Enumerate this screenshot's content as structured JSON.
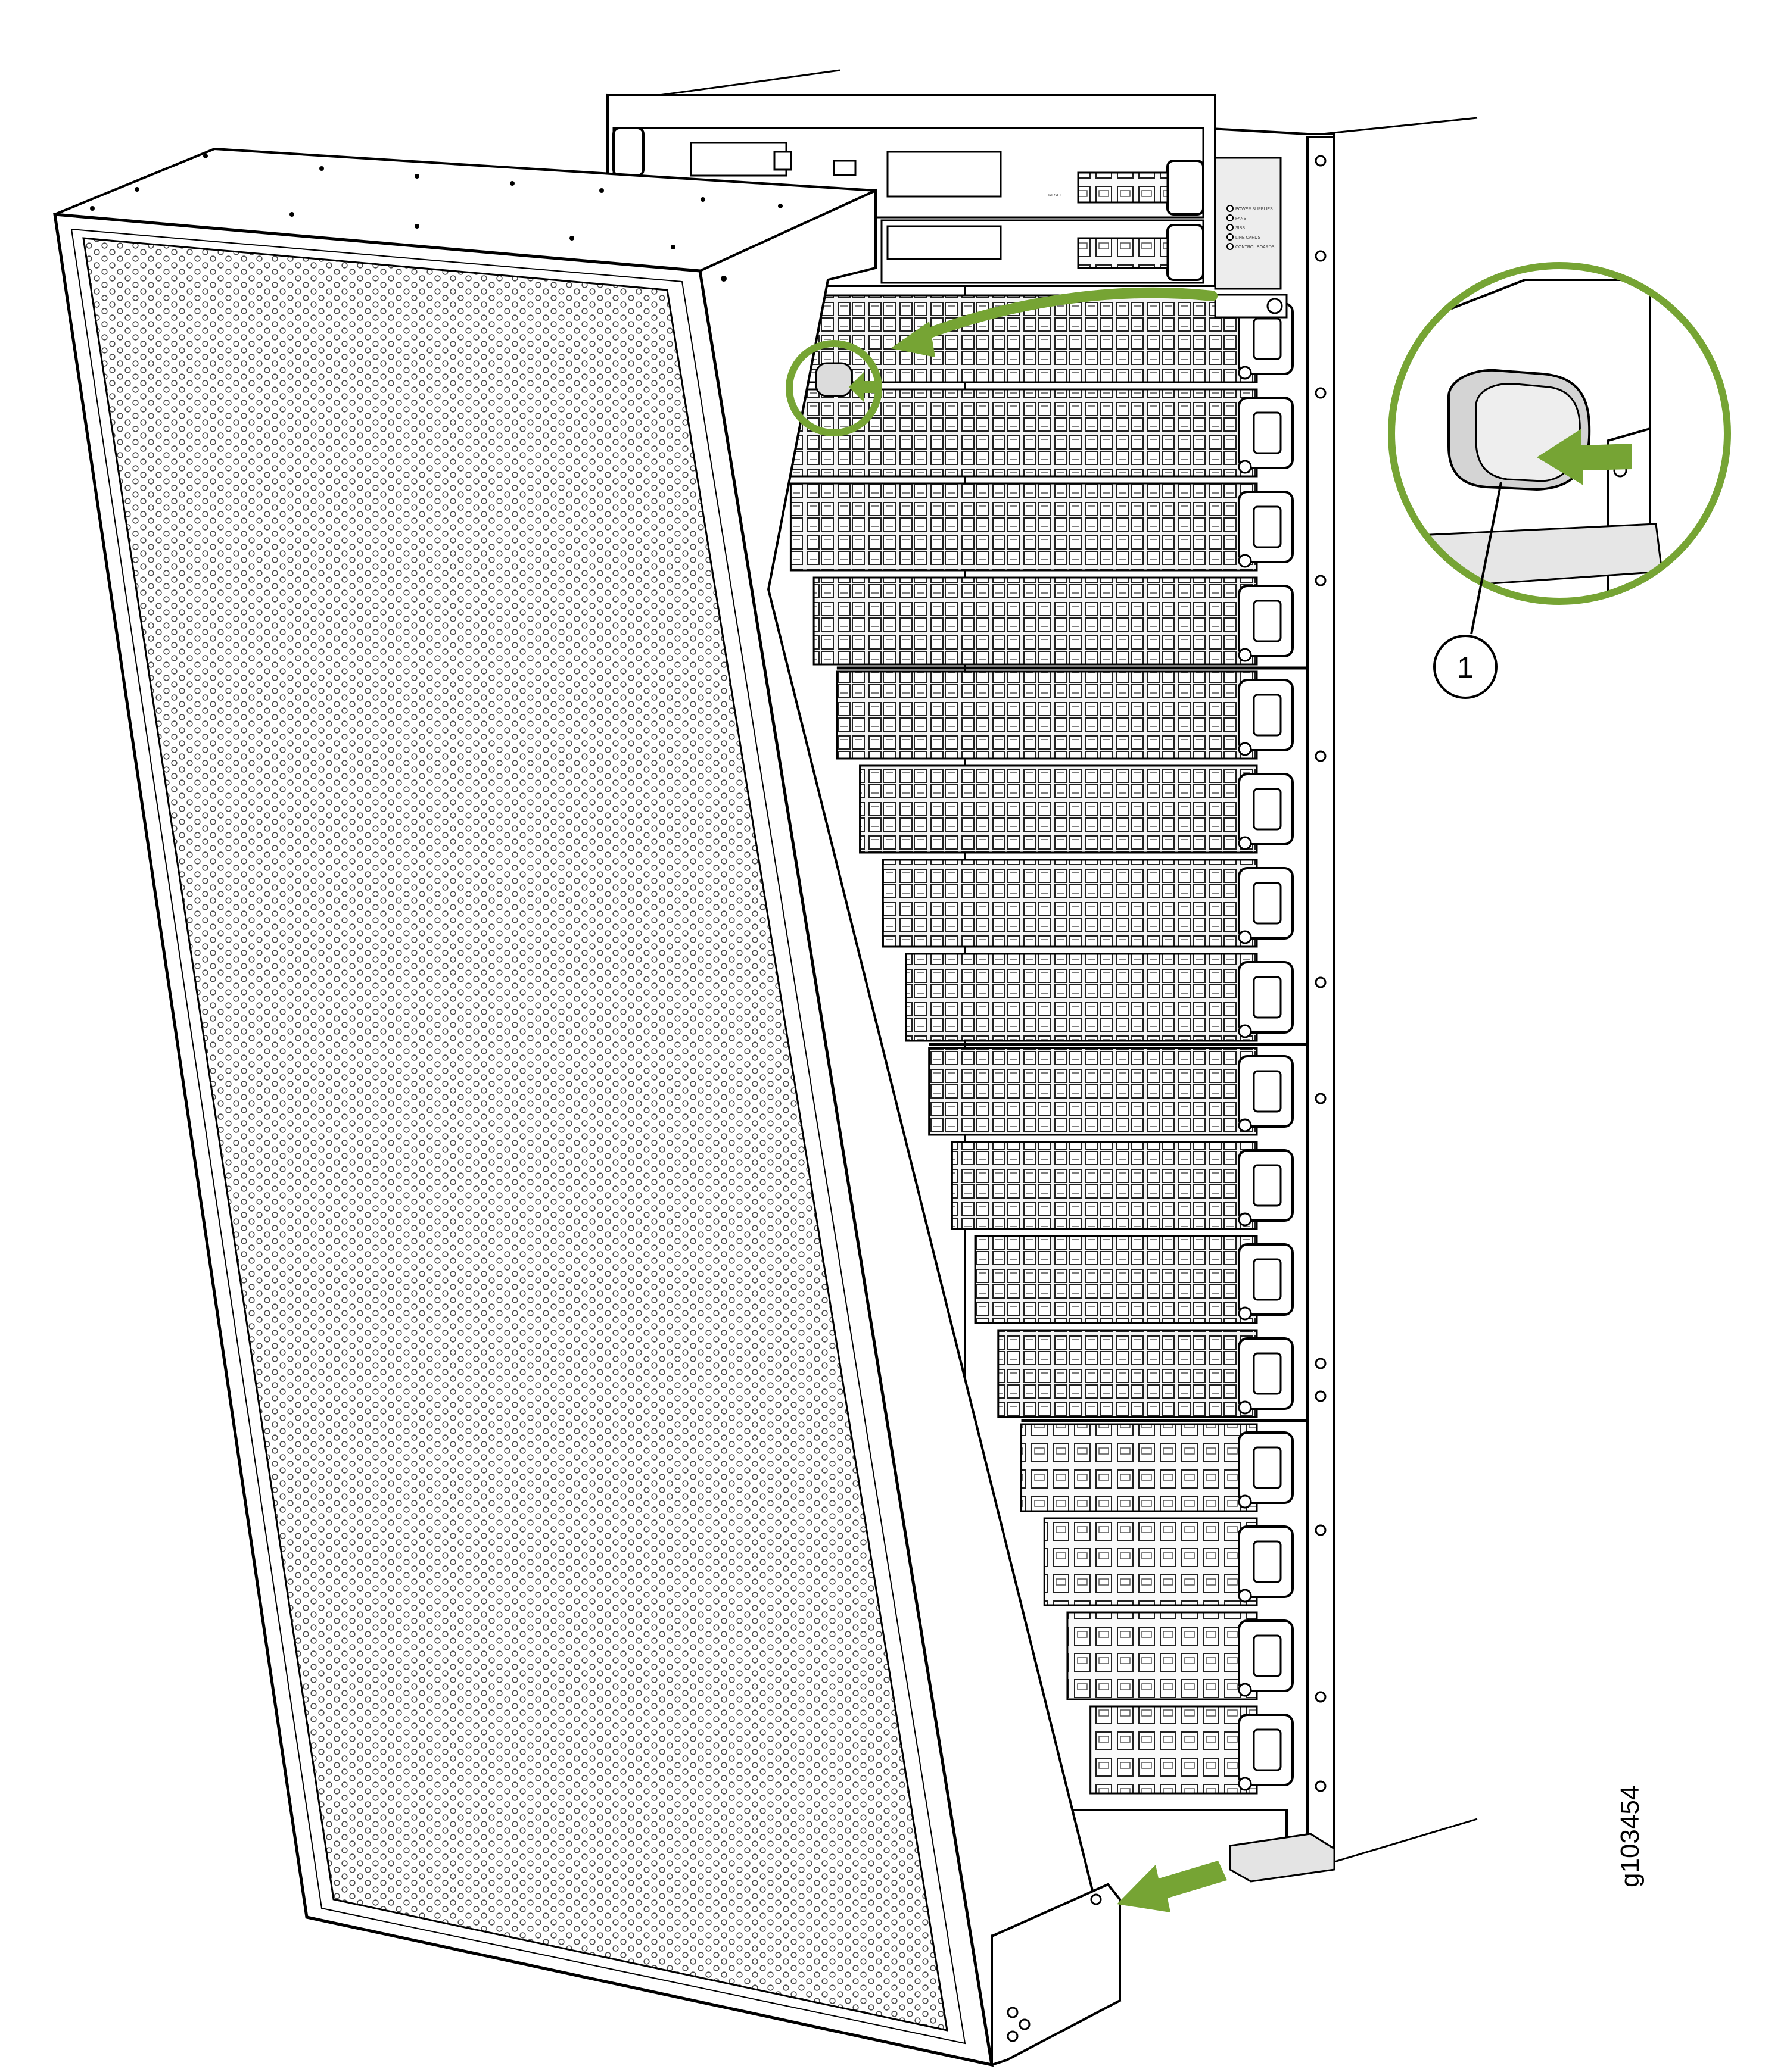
{
  "figure": {
    "id": "g103454",
    "callouts": [
      {
        "number": "1"
      }
    ]
  },
  "chassis": {
    "front_panel_labels": [
      "POWER SUPPLIES",
      "FANS",
      "SIBS",
      "LINE CARDS",
      "CONTROL BOARDS"
    ],
    "reset_label": "RESET",
    "line_card_count": 16
  },
  "colors": {
    "accent": "#76a434",
    "line": "#000000",
    "panel": "#ffffff",
    "shadow": "#c8c8c8"
  }
}
